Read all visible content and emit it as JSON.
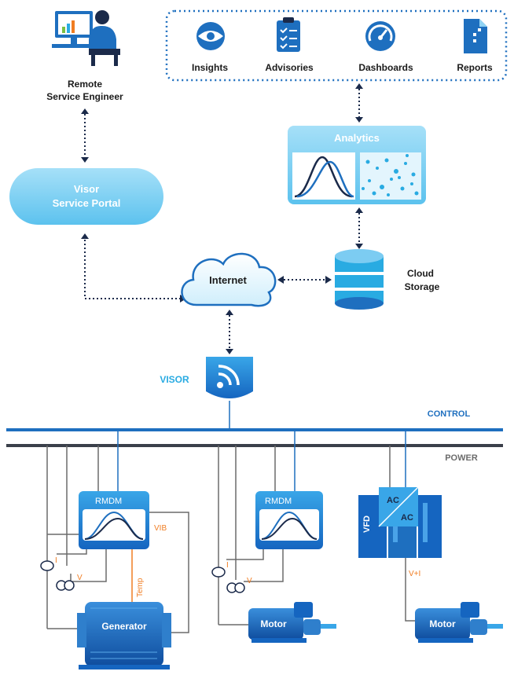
{
  "colors": {
    "primary_blue": "#1e6fbf",
    "light_blue": "#8fd3f4",
    "sky_blue": "#29abe2",
    "navy": "#1b2a4a",
    "dark_bus": "#3a3f4a",
    "orange": "#f07d22",
    "gray_line": "#6b6b6b"
  },
  "icons": [
    "monitor-icon",
    "person-icon",
    "eye-icon",
    "checklist-icon",
    "gauge-icon",
    "document-icon",
    "cloud-icon",
    "database-icon",
    "wifi-icon",
    "bell-curve-icon",
    "ct-coil-icon",
    "transformer-icon"
  ],
  "remote_engineer": {
    "line1": "Remote",
    "line2": "Service Engineer"
  },
  "outputs": {
    "insights": "Insights",
    "advisories": "Advisories",
    "dashboards": "Dashboards",
    "reports": "Reports"
  },
  "analytics": {
    "label": "Analytics"
  },
  "portal": {
    "line1": "Visor",
    "line2": "Service Portal"
  },
  "internet": {
    "label": "Internet"
  },
  "cloud_storage": {
    "line1": "Cloud",
    "line2": "Storage"
  },
  "visor": {
    "label": "VISOR"
  },
  "buses": {
    "control": "CONTROL",
    "power": "POWER"
  },
  "rmdm": {
    "left": "RMDM",
    "middle": "RMDM"
  },
  "signals": {
    "current_left": "I",
    "voltage_left": "V",
    "vib": "VIB",
    "temp": "Temp",
    "current_mid": "I",
    "voltage_mid": "V",
    "vi": "V+I"
  },
  "vfd": {
    "label": "VFD",
    "ac_top": "AC",
    "ac_bottom": "AC"
  },
  "machines": {
    "generator": "Generator",
    "motor_mid": "Motor",
    "motor_right": "Motor"
  }
}
